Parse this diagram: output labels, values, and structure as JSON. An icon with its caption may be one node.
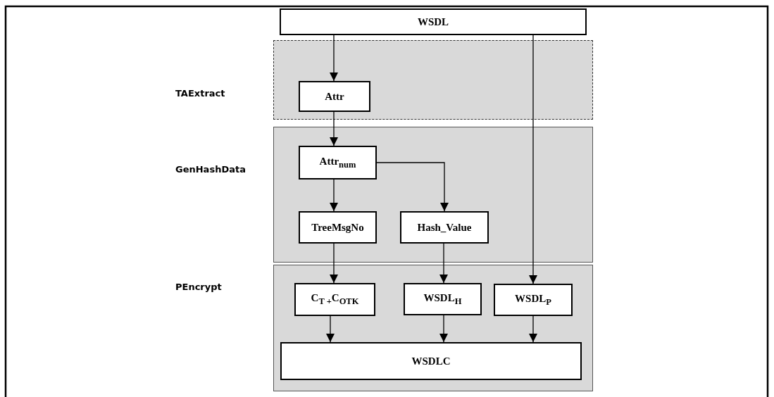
{
  "diagram": {
    "nodes": [
      {
        "text": [
          "WSDL"
        ]
      },
      {
        "text": [],
        "shape": "box"
      },
      {
        "text": [
          "Attr"
        ],
        "in": 1
      },
      {
        "text": [],
        "shape": "box"
      },
      {
        "text": [
          "Attr$_{num}$"
        ],
        "in": 3
      },
      {
        "text": [
          "TreeMsgNo"
        ],
        "in": 3
      },
      {
        "text": [
          "Hash_Value"
        ],
        "in": 3
      },
      {
        "text": [],
        "shape": "box"
      },
      {
        "text": [
          "C$_{T +}$C$_{OTK}$"
        ],
        "in": 7
      },
      {
        "text": [
          "WSDL$_{H}$"
        ],
        "in": 7
      },
      {
        "text": [
          "WSDL$_{P}$"
        ],
        "in": 7
      },
      {
        "text": [
          "WSDLC"
        ],
        "in": 7
      }
    ],
    "edges": [
      {
        "from": 0,
        "to": 2,
        "arrow": "to"
      },
      {
        "from": 2,
        "to": 4,
        "arrow": "to"
      },
      {
        "from": 4,
        "to": 5,
        "arrow": "to"
      },
      {
        "from": 4,
        "to": 6,
        "arrow": "to"
      },
      {
        "from": 0,
        "to": 10,
        "arrow": "to"
      },
      {
        "from": 5,
        "to": 8,
        "arrow": "to"
      },
      {
        "from": 6,
        "to": 9,
        "arrow": "to"
      },
      {
        "from": 8,
        "to": 11,
        "arrow": "to"
      },
      {
        "from": 9,
        "to": 11,
        "arrow": "to"
      },
      {
        "from": 10,
        "to": 11,
        "arrow": "to"
      }
    ],
    "labels": [
      "TAExtract",
      "GenHashData",
      "PEncrypt"
    ]
  }
}
